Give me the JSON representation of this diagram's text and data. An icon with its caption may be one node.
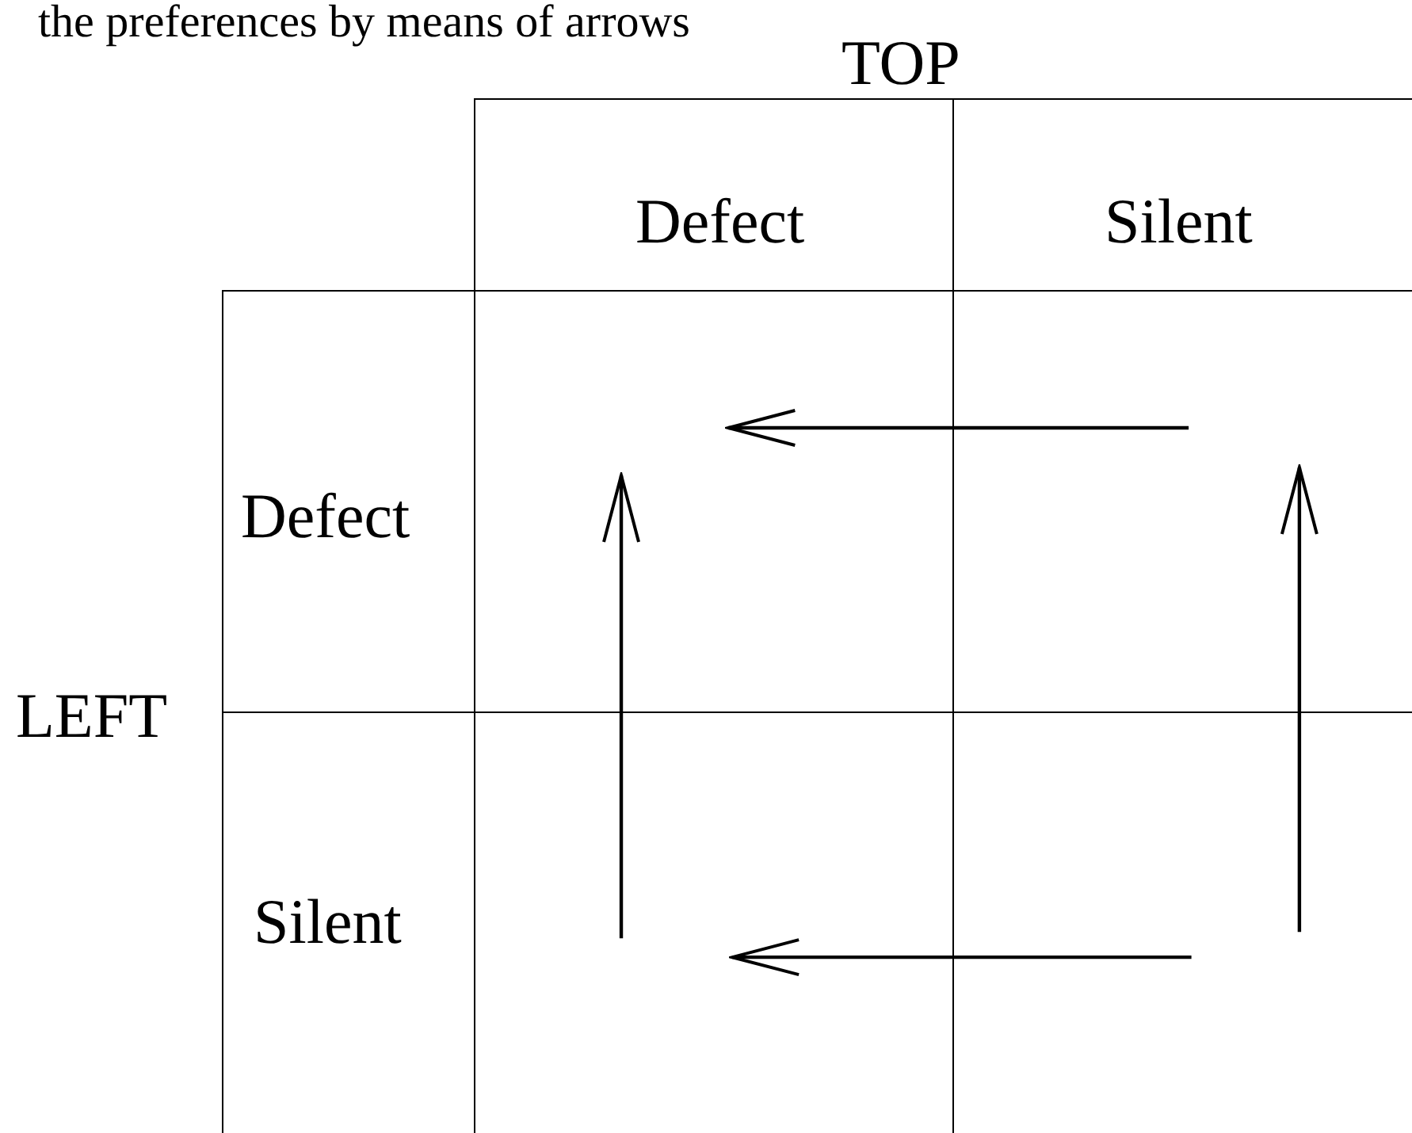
{
  "diagram": {
    "nodes": [
      {
        "text": [],
        "shape": "box"
      },
      {
        "text": [],
        "shape": "box"
      },
      {
        "text": [],
        "shape": "box"
      },
      {
        "text": [],
        "shape": "box"
      }
    ],
    "edges": [
      {
        "from": 1,
        "to": 0,
        "arrow": "to"
      },
      {
        "from": 2,
        "to": 0,
        "arrow": "to"
      },
      {
        "from": 3,
        "to": 1,
        "arrow": "to"
      },
      {
        "from": 3,
        "to": 2,
        "arrow": "to"
      }
    ],
    "labels": [
      "the preferences by means of arrows",
      "TOP",
      "Defect",
      "Silent",
      "LEFT",
      "Defect",
      "Silent"
    ]
  }
}
